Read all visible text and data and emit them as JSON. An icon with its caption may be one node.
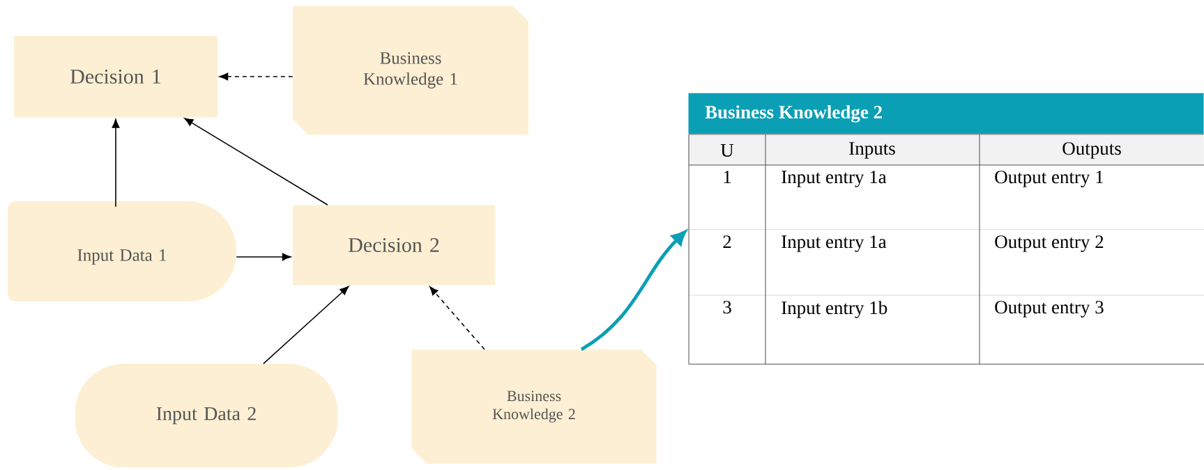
{
  "diagram": {
    "nodes": [
      {
        "text": [
          "Decision 1"
        ]
      },
      {
        "text": [
          "Business Knowledge 1"
        ]
      },
      {
        "text": [
          "Input Data 1"
        ]
      },
      {
        "text": [
          "Decision 2"
        ]
      },
      {
        "text": [
          "Input Data 2"
        ]
      },
      {
        "text": [
          "Business Knowledge 2"
        ]
      },
      {
        "text": [
          "Business Knowledge 2"
        ]
      }
    ],
    "edges": [
      {
        "from": 1,
        "to": 0,
        "arrow": "to",
        "style": "dashed"
      },
      {
        "from": 2,
        "to": 0,
        "arrow": "to"
      },
      {
        "from": 3,
        "to": 0,
        "arrow": "to"
      },
      {
        "from": 2,
        "to": 3,
        "arrow": "to"
      },
      {
        "from": 4,
        "to": 3,
        "arrow": "to"
      },
      {
        "from": 5,
        "to": 3,
        "arrow": "to",
        "style": "dashed"
      },
      {
        "from": 5,
        "to": 6,
        "arrow": "to",
        "style": "thick",
        "color": "#0a9fb5"
      }
    ],
    "labels": [
      "U",
      "Inputs",
      "Outputs",
      "1",
      "Input entry 1a",
      "Output entry 1",
      "2",
      "Input entry 1a",
      "Output entry 2",
      "3",
      "Input entry 1b",
      "Output entry 3"
    ]
  }
}
